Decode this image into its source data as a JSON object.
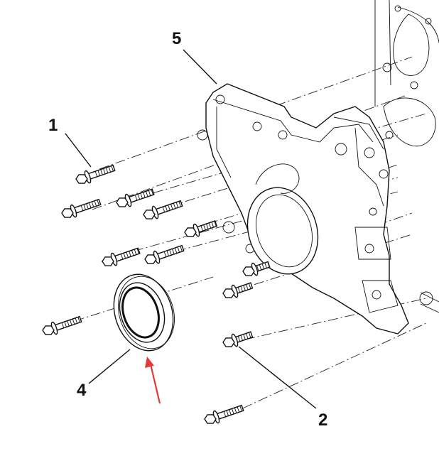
{
  "diagram": {
    "callouts": [
      {
        "id": "c1",
        "label": "1"
      },
      {
        "id": "c2",
        "label": "2"
      },
      {
        "id": "c4",
        "label": "4"
      },
      {
        "id": "c5",
        "label": "5"
      }
    ],
    "colors": {
      "line": "#111111",
      "background": "#ffffff",
      "indicator_arrow": "#e53935"
    }
  }
}
